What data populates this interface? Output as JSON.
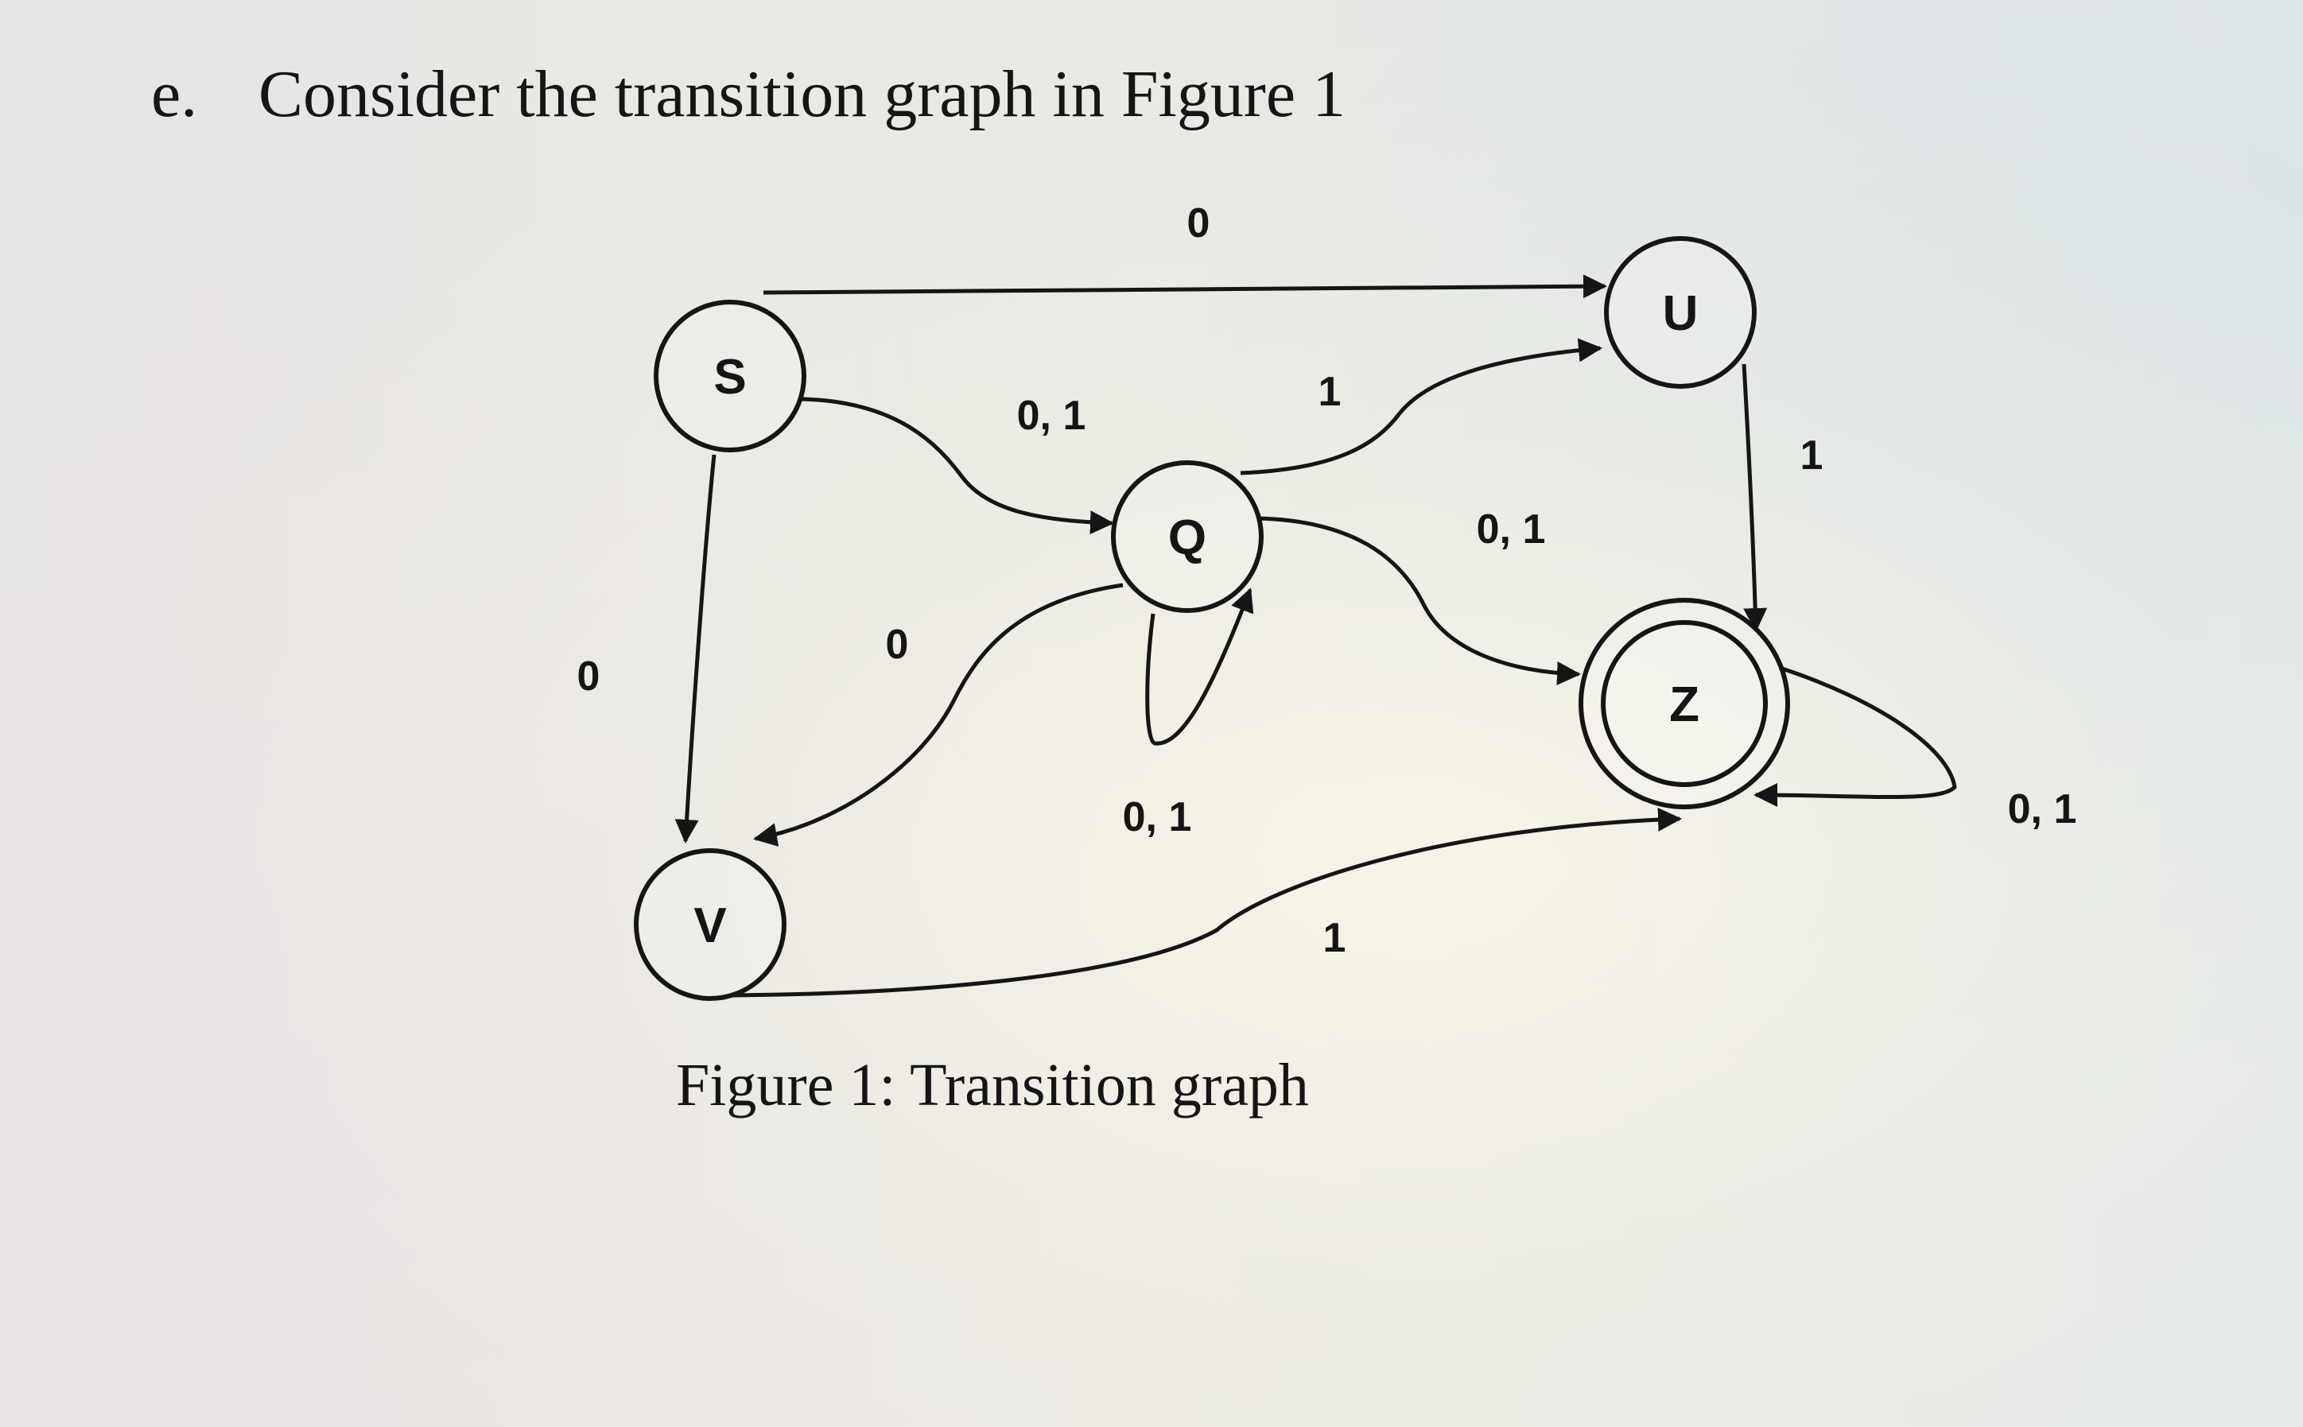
{
  "question": {
    "letter": "e.",
    "text": "Consider the transition graph in Figure 1"
  },
  "caption": "Figure 1: Transition graph",
  "graph": {
    "states": [
      {
        "id": "S",
        "label": "S",
        "accepting": false
      },
      {
        "id": "U",
        "label": "U",
        "accepting": false
      },
      {
        "id": "Q",
        "label": "Q",
        "accepting": false
      },
      {
        "id": "Z",
        "label": "Z",
        "accepting": true
      },
      {
        "id": "V",
        "label": "V",
        "accepting": false
      }
    ],
    "transitions": [
      {
        "from": "S",
        "to": "U",
        "label": "0"
      },
      {
        "from": "S",
        "to": "Q",
        "label": "0, 1"
      },
      {
        "from": "S",
        "to": "V",
        "label": "0"
      },
      {
        "from": "Q",
        "to": "U",
        "label": "1"
      },
      {
        "from": "Q",
        "to": "Z",
        "label": "0, 1"
      },
      {
        "from": "Q",
        "to": "V",
        "label": "0"
      },
      {
        "from": "Q",
        "to": "Q",
        "label": "0, 1"
      },
      {
        "from": "U",
        "to": "Z",
        "label": "1"
      },
      {
        "from": "Z",
        "to": "Z",
        "label": "0, 1"
      },
      {
        "from": "V",
        "to": "Z",
        "label": "1"
      }
    ]
  }
}
